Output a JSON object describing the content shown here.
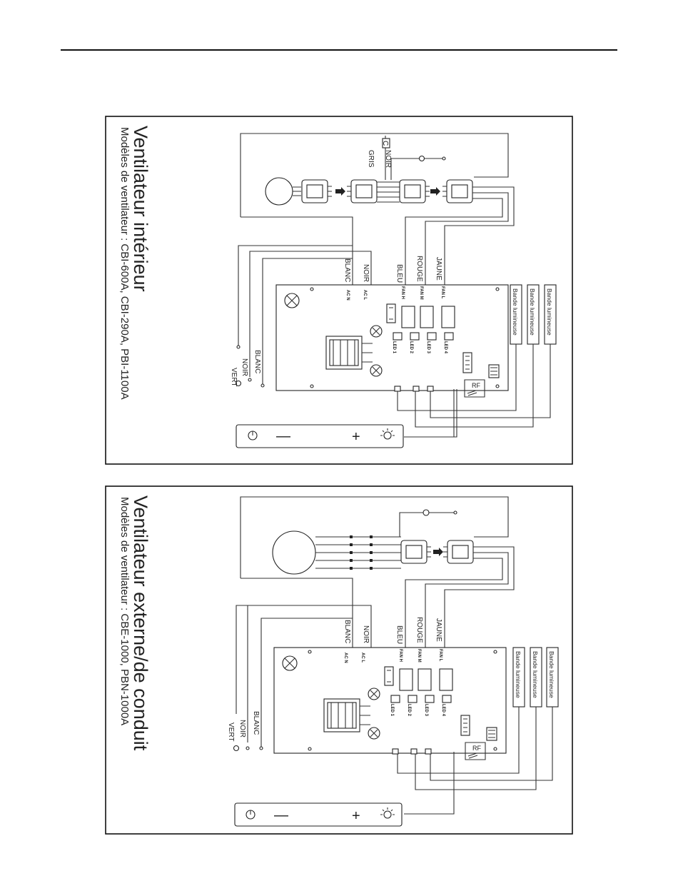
{
  "panels": [
    {
      "title": "Ventilateur intérieur",
      "subtitle": "Modèles de ventilateur : CBI-600A, CBI-290A, PBI-1100A",
      "motor_wires": [
        "GRIS",
        "NOIR"
      ],
      "motor_capacitor": "C",
      "power_wires": [
        "VERT",
        "NOIR",
        "BLANC"
      ],
      "board_wires": [
        "BLANC",
        "NOIR",
        "BLEU",
        "ROUGE",
        "JAUNE"
      ],
      "board_terminals": [
        "AC N",
        "AC L",
        "FAN H",
        "FAN M",
        "FAN L"
      ],
      "led_ports": [
        "LED 1",
        "LED 2",
        "LED 3",
        "LED 4"
      ],
      "light_strips": [
        "Bande lumineuse",
        "Bande lumineuse",
        "Bande lumineuse"
      ],
      "rf_label": "RF",
      "controls": [
        "power-icon",
        "minus-icon",
        "plus-icon",
        "light-icon"
      ]
    },
    {
      "title": "Ventilateur externe/de conduit",
      "subtitle": "Modèles de ventilateur : CBE-1000, PBN-1000A",
      "power_wires": [
        "VERT",
        "NOIR",
        "BLANC"
      ],
      "board_wires": [
        "BLANC",
        "NOIR",
        "BLEU",
        "ROUGE",
        "JAUNE"
      ],
      "board_terminals": [
        "AC N",
        "AC L",
        "FAN H",
        "FAN M",
        "FAN L"
      ],
      "led_ports": [
        "LED 1",
        "LED 2",
        "LED 3",
        "LED 4"
      ],
      "light_strips": [
        "Bande lumineuse",
        "Bande lumineuse",
        "Bande lumineuse"
      ],
      "rf_label": "RF",
      "controls": [
        "power-icon",
        "minus-icon",
        "plus-icon",
        "light-icon"
      ]
    }
  ],
  "control_symbols": {
    "minus": "—",
    "plus": "+"
  }
}
